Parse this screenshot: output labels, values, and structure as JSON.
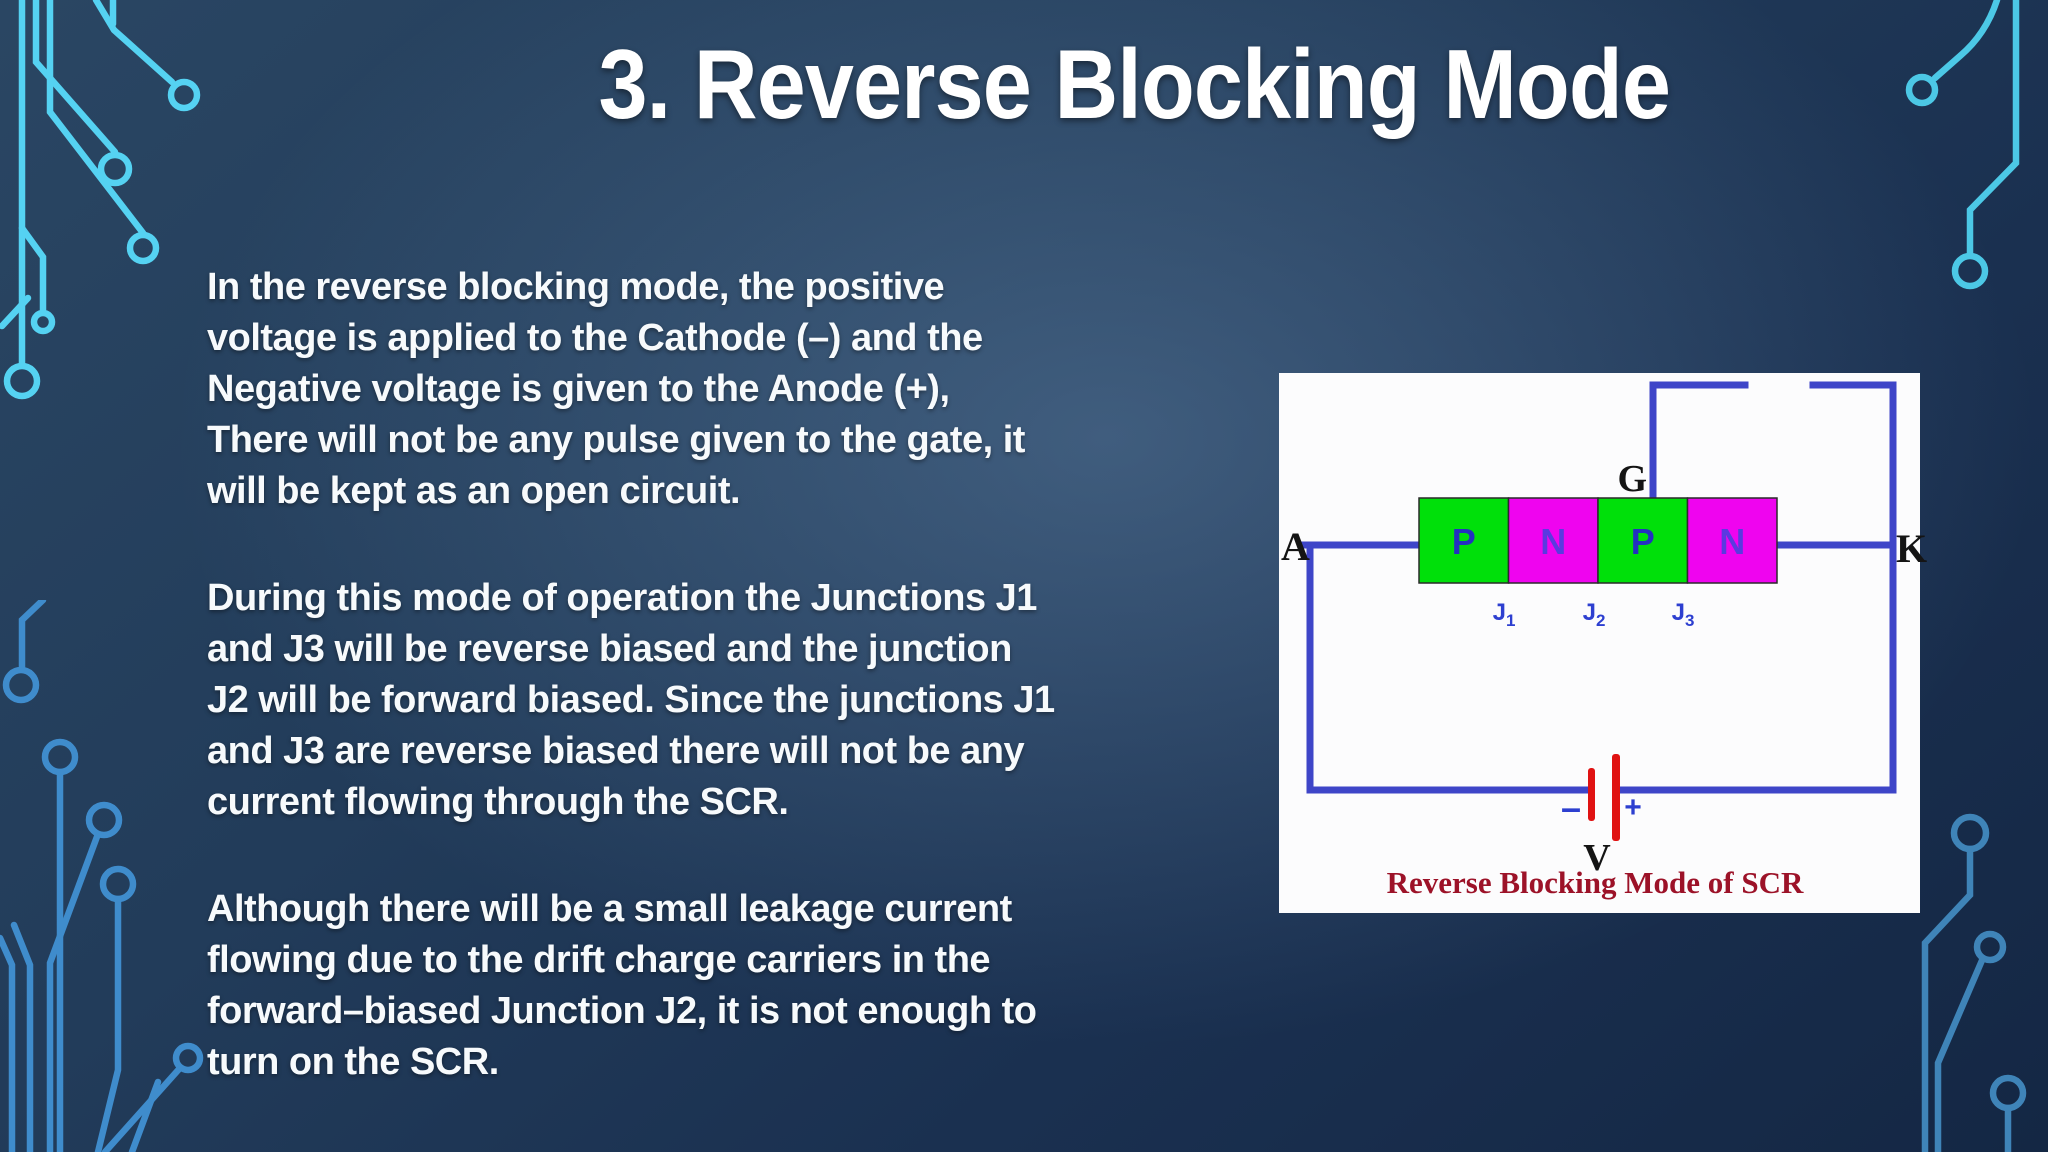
{
  "slide": {
    "title": "3. Reverse Blocking Mode",
    "paragraphs": [
      "In the reverse blocking mode, the positive\nvoltage is applied to the Cathode (–) and the\nNegative voltage is given to the Anode (+),\nThere will not be any pulse given to the gate, it\nwill be kept as an open circuit.",
      "During this mode of operation the Junctions J1\nand J3 will be reverse biased and the junction\nJ2 will be forward biased. Since the junctions J1\nand J3 are reverse biased there will not be any\ncurrent flowing through the SCR.",
      "Although there will be a small leakage current\nflowing due to the drift charge carriers in the\nforward–biased Junction J2, it is not enough to\nturn on the SCR."
    ]
  },
  "diagram": {
    "caption": "Reverse Blocking Mode of SCR",
    "terminals": {
      "anode": "A",
      "cathode": "K",
      "gate": "G"
    },
    "voltage_label": "V",
    "layers": [
      {
        "label": "P",
        "color": "#00e00a"
      },
      {
        "label": "N",
        "color": "#ef04ef"
      },
      {
        "label": "P",
        "color": "#00e00a"
      },
      {
        "label": "N",
        "color": "#ef04ef"
      }
    ],
    "junctions": [
      {
        "base": "J",
        "sub": "1"
      },
      {
        "base": "J",
        "sub": "2"
      },
      {
        "base": "J",
        "sub": "3"
      }
    ],
    "battery": {
      "minus_sign": "–",
      "plus_sign": "+"
    },
    "colors": {
      "wire": "#3e45c8",
      "battery_bars": "#e01212",
      "caption": "#9c1228",
      "p_letter": "#2430c0",
      "n_letter": "#5a3ae0",
      "junction_label": "#2d3fd0",
      "terminal_label": "#141414"
    }
  },
  "theme": {
    "decoration_cyan": "#55d2f2",
    "decoration_teal": "#4cc8e6",
    "decoration_blue": "#3f8ccc",
    "decoration_steel": "#3f84b8",
    "text_color": "#ffffff"
  }
}
